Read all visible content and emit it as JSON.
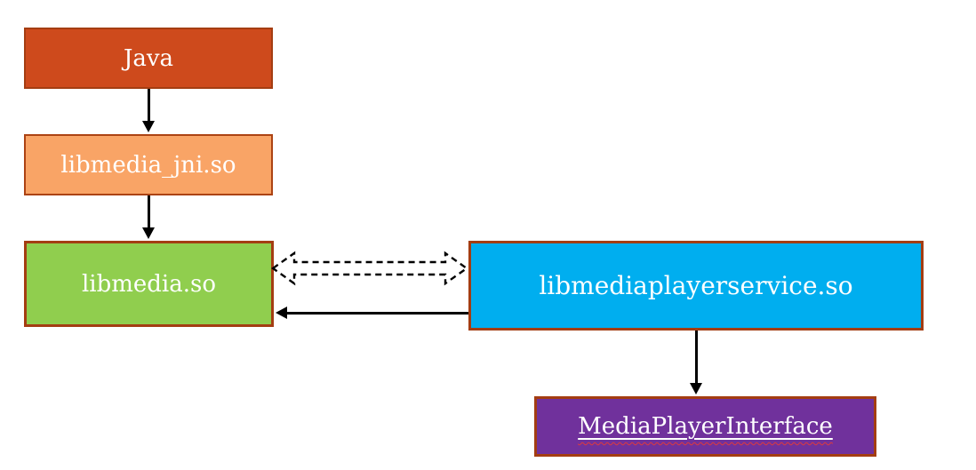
{
  "diagram": {
    "background": "#FFFFFF",
    "arrow_color": "#000000",
    "nodes": {
      "java": {
        "label": "Java",
        "fill": "#CE4A1C",
        "border_color": "#A43D12",
        "text_color": "#FFFFFF"
      },
      "libmedia_jni": {
        "label": "libmedia_jni.so",
        "fill": "#F9A466",
        "border_color": "#AC4313",
        "text_color": "#FFFFFF"
      },
      "libmedia": {
        "label": "libmedia.so",
        "fill": "#90CE4E",
        "border_color": "#A43D12",
        "text_color": "#FFFFFF"
      },
      "libmediaplayerservice": {
        "label": "libmediaplayerservice.so",
        "fill": "#00AEEF",
        "border_color": "#A43D12",
        "text_color": "#FFFFFF"
      },
      "mediaplayerinterface": {
        "label": "MediaPlayerInterface",
        "fill": "#70319C",
        "border_color": "#A43D12",
        "text_color": "#FFFFFF",
        "underlined": true,
        "spellcheck_squiggle_color": "#E03A3A"
      }
    },
    "edges": [
      {
        "from": "java",
        "to": "libmedia_jni",
        "style": "solid",
        "direction": "down"
      },
      {
        "from": "libmedia_jni",
        "to": "libmedia",
        "style": "solid",
        "direction": "down"
      },
      {
        "from": "libmedia",
        "to": "libmediaplayerservice",
        "style": "dashed-double-block-arrow",
        "direction": "bidirectional"
      },
      {
        "from": "libmediaplayerservice",
        "to": "libmedia",
        "style": "solid",
        "direction": "left"
      },
      {
        "from": "libmediaplayerservice",
        "to": "mediaplayerinterface",
        "style": "solid",
        "direction": "down"
      }
    ]
  }
}
